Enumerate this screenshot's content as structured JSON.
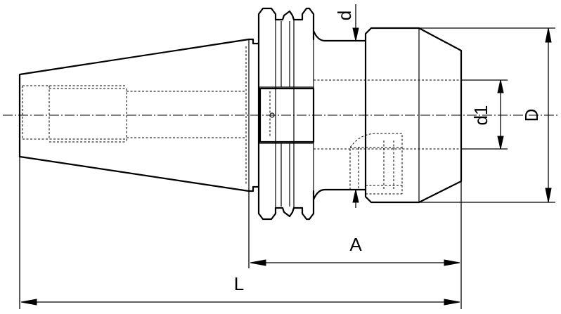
{
  "labels": {
    "d": "d",
    "d1": "d1",
    "D": "D",
    "A": "A",
    "L": "L"
  }
}
